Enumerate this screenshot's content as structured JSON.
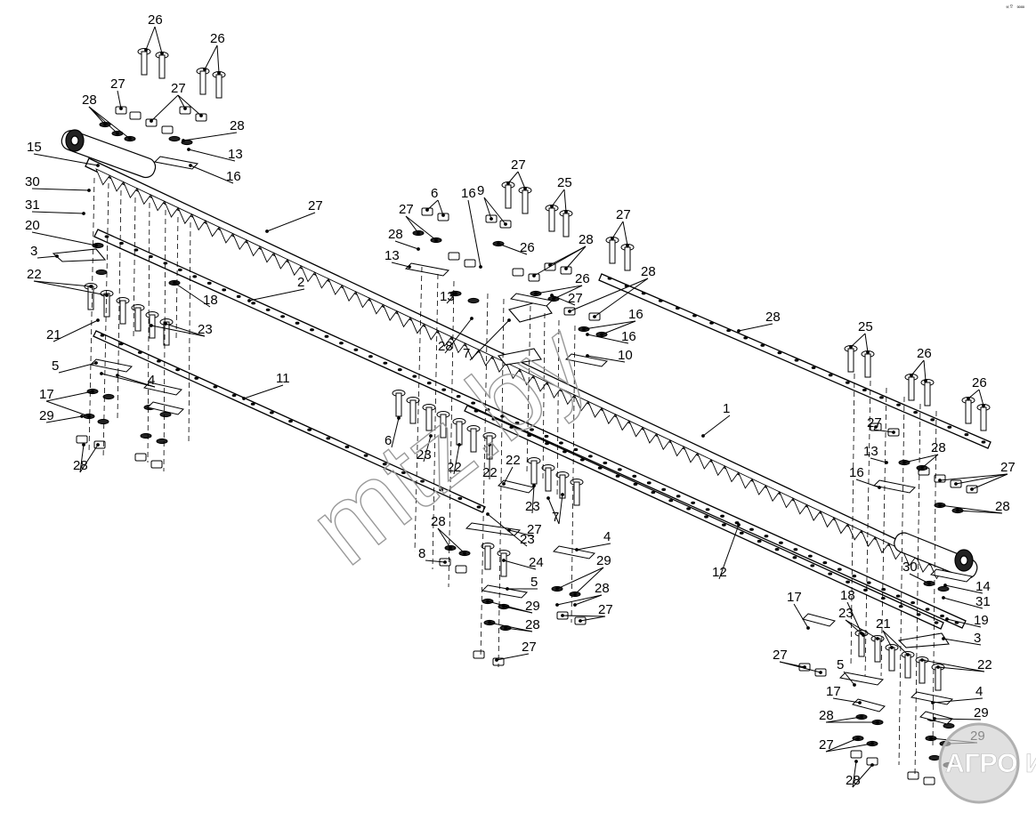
{
  "diagram": {
    "labels": [
      "26",
      "26",
      "27",
      "27",
      "28",
      "28",
      "13",
      "15",
      "16",
      "30",
      "31",
      "20",
      "3",
      "22",
      "18",
      "21",
      "23",
      "5",
      "4",
      "17",
      "29",
      "28",
      "27",
      "2",
      "11",
      "6",
      "27",
      "28",
      "13",
      "16",
      "9",
      "27",
      "25",
      "26",
      "28",
      "27",
      "26",
      "28",
      "27",
      "28",
      "7",
      "16",
      "10",
      "13",
      "16",
      "28",
      "6",
      "23",
      "22",
      "22",
      "23",
      "7",
      "22",
      "23",
      "28",
      "8",
      "27",
      "24",
      "4",
      "29",
      "5",
      "28",
      "29",
      "28",
      "27",
      "27",
      "12",
      "1",
      "25",
      "26",
      "26",
      "27",
      "28",
      "13",
      "16",
      "27",
      "28",
      "14",
      "30",
      "31",
      "19",
      "17",
      "18",
      "23",
      "21",
      "3",
      "22",
      "27",
      "5",
      "4",
      "17",
      "29",
      "28",
      "29",
      "27",
      "28"
    ],
    "watermark_text": "mtz.by",
    "logo_text": "АГРО ИКА",
    "corner_text": "«º ∞∞"
  }
}
